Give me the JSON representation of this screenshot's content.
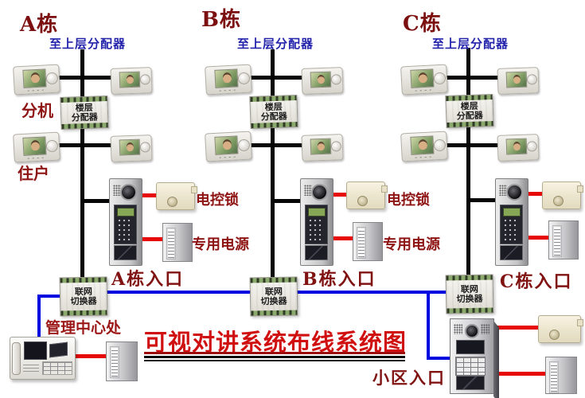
{
  "title": {
    "text": "可视对讲系统布线系统图"
  },
  "buildings": [
    {
      "name": "A栋",
      "entrance_label": "A栋入口"
    },
    {
      "name": "B栋",
      "entrance_label": "B栋入口"
    },
    {
      "name": "C栋",
      "entrance_label": "C栋入口"
    }
  ],
  "shared": {
    "riser_label": "至上层分配器",
    "distributor_line1": "楼层",
    "distributor_line2": "分配器",
    "switcher_line1": "联网",
    "switcher_line2": "切换器",
    "lock_label": "电控锁",
    "power_label": "专用电源",
    "extension_label": "分机",
    "resident_label": "住户"
  },
  "management": {
    "label": "管理中心处"
  },
  "community": {
    "entrance_label": "小区入口"
  },
  "colors": {
    "title_red": "#d01010",
    "label_maroon": "#8e1414",
    "riser_blue": "#2323ac",
    "wire_black": "#060606",
    "wire_blue": "#0008e0",
    "wire_red": "#e60808"
  }
}
